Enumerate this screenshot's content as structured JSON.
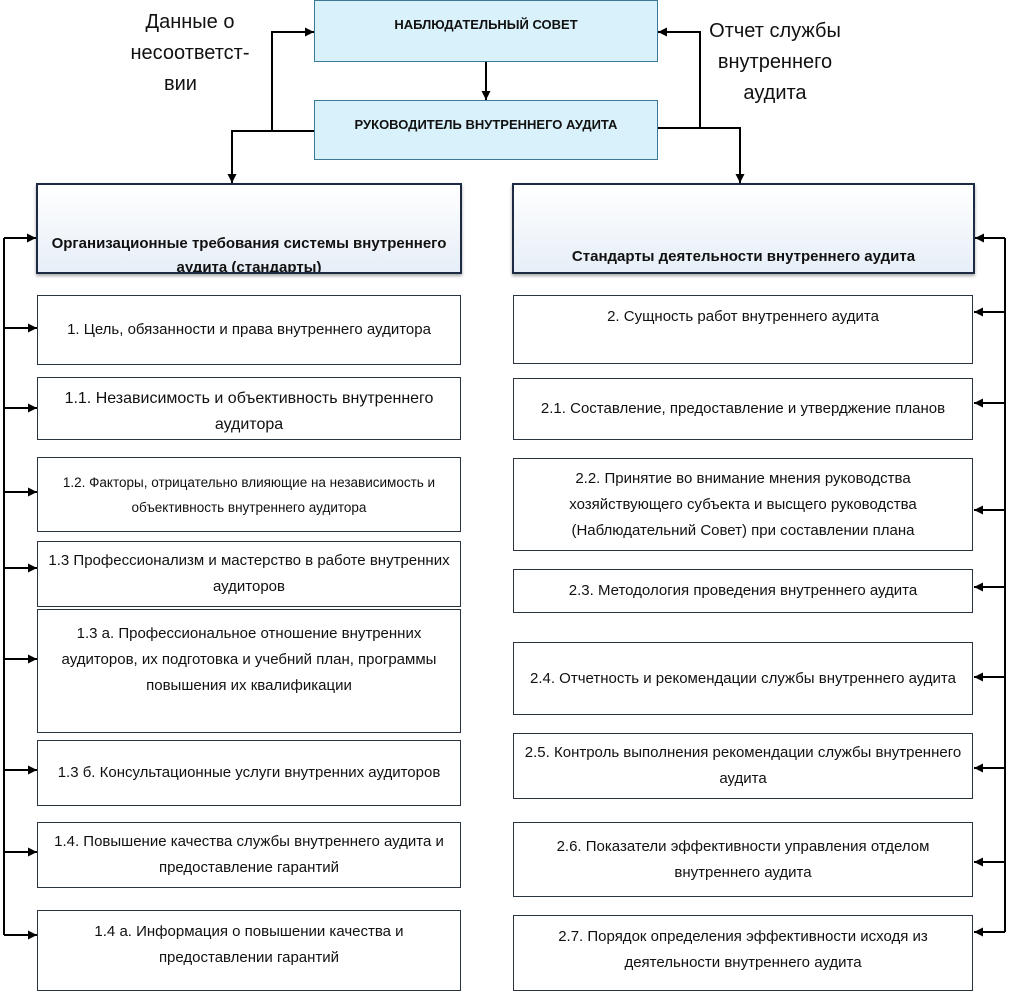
{
  "note_left": [
    "Данные о",
    "несоответст-",
    "вии"
  ],
  "note_right": [
    "Отчет службы",
    "внутреннего",
    "аудита"
  ],
  "supervisory_board": "НАБЛЮДАТЕЛЬНЫЙ СОВЕТ",
  "head_of_audit": "РУКОВОДИТЕЛЬ ВНУТРЕННЕГО АУДИТА",
  "left_column": {
    "header": "Организационные требования системы внутреннего аудита (стандарты)",
    "items": [
      "1. Цель, обязанности и права внутреннего аудитора",
      "1.1. Независимость  и объективность внутреннего аудитора",
      "1.2. Факторы, отрицательно влияющие на независимость и объективность внутреннего аудитора",
      "1.3 Профессионализм и мастерство в работе внутренних аудиторов",
      "1.3 а. Профессиональное отношение внутренних аудиторов, их подготовка и учебний план, программы повышения их квалификации",
      "1.3 б. Консультационные услуги внутренних аудиторов",
      "1.4. Повышение качества службы внутреннего аудита и предоставление гарантий",
      "1.4 а. Информация о повышении качества и предоставлении гарантий"
    ]
  },
  "right_column": {
    "header": "Стандарты деятельности внутреннего аудита",
    "items": [
      "2. Сущность работ внутреннего аудита",
      "2.1. Составление, предоставление и утверджение планов",
      "2.2. Принятие во внимание мнения руководства хозяйствующего субъекта и высщего руководства (Наблюдательний Совет) при составлении плана",
      "2.3. Методология проведения внутреннего аудита",
      "2.4. Отчетность и рекомендации службы внутреннего аудита",
      "2.5. Контроль выполнения рекомендации службы внутреннего аудита",
      "2.6. Показатели эффективности управления отделом внутреннего аудита",
      "2.7. Порядок определения эффективности исходя из деятельности внутреннего аудита"
    ]
  }
}
